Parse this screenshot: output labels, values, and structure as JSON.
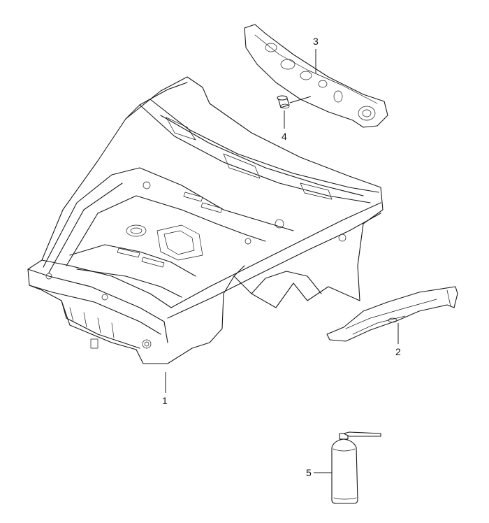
{
  "callouts": {
    "front_body_structure": "1",
    "side_trim_panel": "2",
    "cowl_panel": "3",
    "grommet_plug": "4",
    "spray_can": "5"
  },
  "colors": {
    "line": "#1a1a1a",
    "background": "#ffffff"
  }
}
